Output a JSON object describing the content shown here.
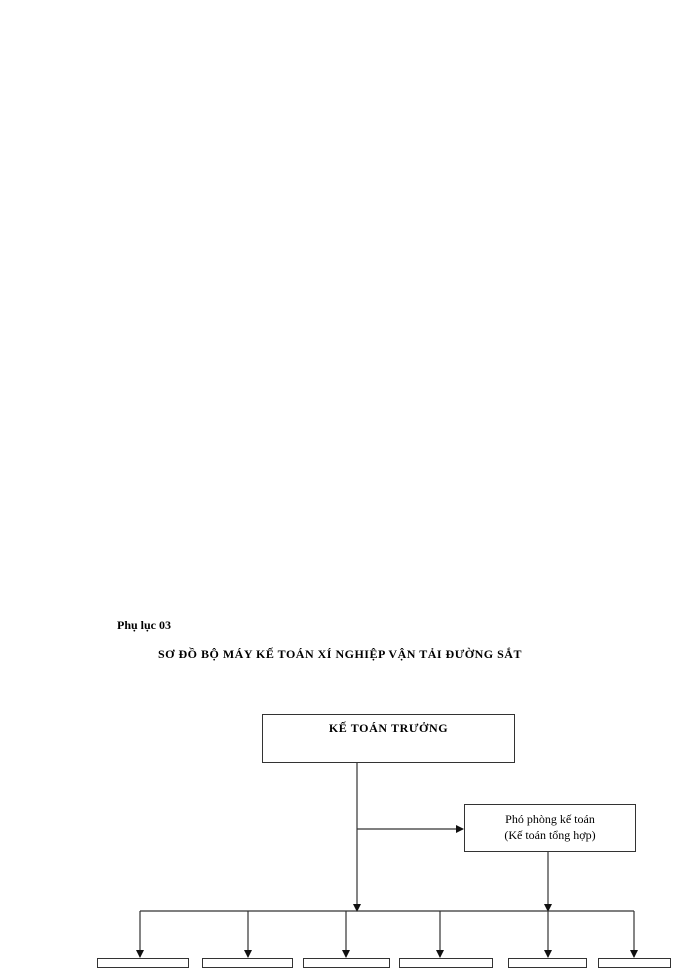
{
  "page": {
    "appendix_label": "Phụ lục 03",
    "title": "SƠ ĐỒ BỘ MÁY KẾ TOÁN XÍ NGHIỆP VẬN TẢI ĐƯỜNG SẮT"
  },
  "diagram": {
    "root": {
      "label": "KẾ TOÁN TRƯỞNG"
    },
    "deputy": {
      "line1": "Phó phòng kế toán",
      "line2": "(Kế toán tổng hợp)"
    },
    "subordinates": [
      {
        "label": ""
      },
      {
        "label": ""
      },
      {
        "label": ""
      },
      {
        "label": ""
      },
      {
        "label": ""
      },
      {
        "label": ""
      }
    ],
    "colors": {
      "line": "#333333",
      "background": "#ffffff",
      "text": "#000000"
    }
  }
}
